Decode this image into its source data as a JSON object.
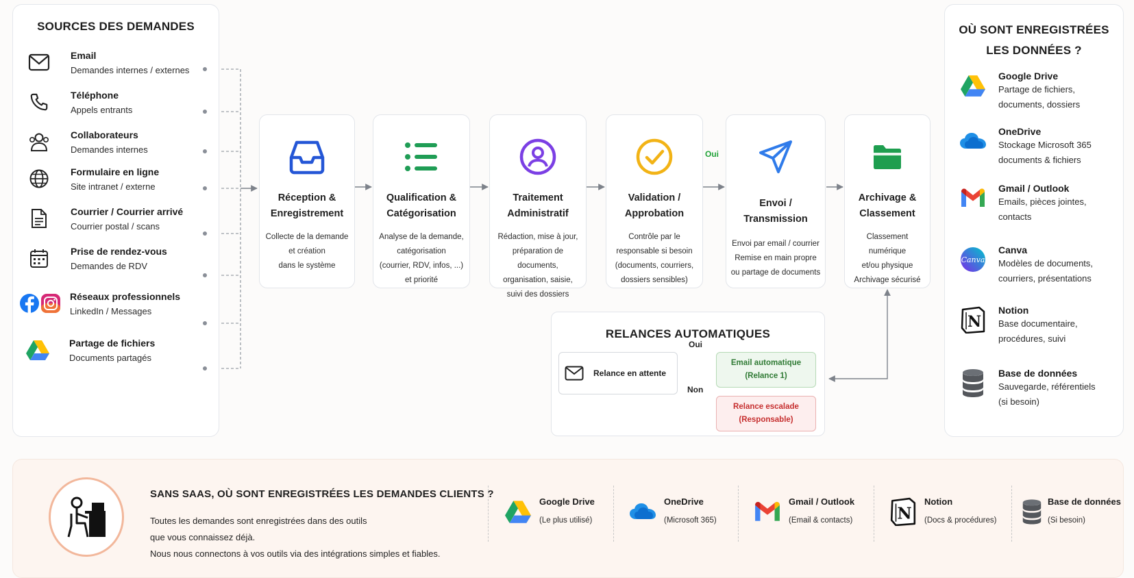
{
  "sources": {
    "title": "SOURCES DES DEMANDES",
    "items": [
      {
        "icon": "email-icon",
        "title": "Email",
        "sub": "Demandes internes / externes"
      },
      {
        "icon": "phone-icon",
        "title": "Téléphone",
        "sub": "Appels entrants"
      },
      {
        "icon": "users-icon",
        "title": "Collaborateurs",
        "sub": "Demandes internes"
      },
      {
        "icon": "globe-icon",
        "title": "Formulaire en ligne",
        "sub": "Site intranet / externe"
      },
      {
        "icon": "document-icon",
        "title": "Courrier / Courrier arrivé",
        "sub": "Courrier postal / scans"
      },
      {
        "icon": "calendar-icon",
        "title": "Prise de rendez-vous",
        "sub": "Demandes de RDV"
      },
      {
        "icon": "facebook-instagram-icons",
        "title": "Réseaux professionnels",
        "sub": "LinkedIn / Messages"
      },
      {
        "icon": "google-drive-icon",
        "title": "Partage de fichiers",
        "sub": "Documents partagés"
      }
    ]
  },
  "stages": [
    {
      "icon": "inbox-icon",
      "title1": "Réception &",
      "title2": "Enregistrement",
      "lines": [
        "Collecte de la demande",
        "et création",
        "dans le système"
      ]
    },
    {
      "icon": "list-icon",
      "title1": "Qualification &",
      "title2": "Catégorisation",
      "lines": [
        "Analyse de la demande,",
        "catégorisation",
        "(courrier, RDV, infos, ...)",
        "et priorité"
      ]
    },
    {
      "icon": "user-circle-icon",
      "title1": "Traitement",
      "title2": "Administratif",
      "lines": [
        "Rédaction, mise à jour,",
        "préparation de documents,",
        "organisation, saisie,",
        "suivi des dossiers"
      ]
    },
    {
      "icon": "check-circle-icon",
      "title1": "Validation /",
      "title2": "Approbation",
      "lines": [
        "Contrôle par le",
        "responsable si besoin",
        "(documents, courriers,",
        "dossiers sensibles)"
      ]
    },
    {
      "icon": "send-icon",
      "title1": "Envoi / Transmission",
      "title2": "",
      "lines": [
        "Envoi par email / courrier",
        "Remise en main propre",
        "ou partage de documents"
      ]
    },
    {
      "icon": "folder-icon",
      "title1": "Archivage &",
      "title2": "Classement",
      "lines": [
        "Classement numérique",
        "et/ou physique",
        "Archivage sécurisé"
      ]
    }
  ],
  "flow_labels": {
    "oui_validation": "Oui"
  },
  "relances": {
    "title": "RELANCES AUTOMATIQUES",
    "waiting": "Relance en attente",
    "oui": "Oui",
    "non": "Non",
    "auto_line1": "Email automatique",
    "auto_line2": "(Relance 1)",
    "escal_line1": "Relance escalade",
    "escal_line2": "(Responsable)"
  },
  "storage": {
    "title_line1": "OÙ SONT ENREGISTRÉES",
    "title_line2": "LES DONNÉES ?",
    "items": [
      {
        "icon": "google-drive-icon",
        "title": "Google Drive",
        "sub1": "Partage de fichiers,",
        "sub2": "documents, dossiers"
      },
      {
        "icon": "onedrive-icon",
        "title": "OneDrive",
        "sub1": "Stockage Microsoft 365",
        "sub2": "documents & fichiers"
      },
      {
        "icon": "gmail-icon",
        "title": "Gmail / Outlook",
        "sub1": "Emails, pièces jointes,",
        "sub2": "contacts"
      },
      {
        "icon": "canva-icon",
        "title": "Canva",
        "sub1": "Modèles de documents,",
        "sub2": "courriers, présentations"
      },
      {
        "icon": "notion-icon",
        "title": "Notion",
        "sub1": "Base documentaire,",
        "sub2": "procédures, suivi"
      },
      {
        "icon": "database-icon",
        "title": "Base de données",
        "sub1": "Sauvegarde, référentiels",
        "sub2": "(si besoin)"
      }
    ]
  },
  "bottom": {
    "title": "SANS SAAS, OÙ SONT ENREGISTRÉES LES DEMANDES CLIENTS ?",
    "line1": "Toutes les demandes sont enregistrées dans des outils",
    "line2": "que vous connaissez déjà.",
    "line3": "Nous nous connectons à vos outils via des intégrations simples et fiables.",
    "tools": [
      {
        "icon": "google-drive-icon",
        "title": "Google Drive",
        "sub": "(Le plus utilisé)"
      },
      {
        "icon": "onedrive-icon",
        "title": "OneDrive",
        "sub": "(Microsoft 365)"
      },
      {
        "icon": "gmail-icon",
        "title": "Gmail / Outlook",
        "sub": "(Email & contacts)"
      },
      {
        "icon": "notion-icon",
        "title": "Notion",
        "sub": "(Docs & procédures)"
      },
      {
        "icon": "database-icon",
        "title": "Base de données",
        "sub": "(Si besoin)"
      }
    ]
  },
  "colors": {
    "inbox": "#2456d6",
    "list": "#1f9d55",
    "user": "#7b3fe4",
    "check": "#f2b316",
    "send": "#2f7bea",
    "folder": "#1e9e4f",
    "oui": "#22a33a"
  }
}
